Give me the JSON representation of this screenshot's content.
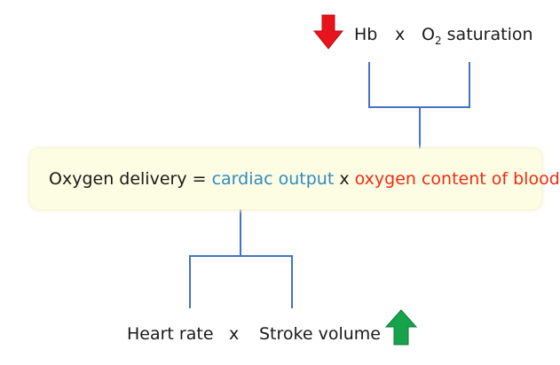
{
  "top": {
    "hb": "Hb",
    "times": "x",
    "o2_main": "O",
    "o2_sub": "2",
    "o2_rest": " saturation",
    "arrow_direction": "down",
    "arrow_color": "#e8141b"
  },
  "formula": {
    "lhs": "Oxygen delivery = ",
    "cardiac_output": "cardiac output",
    "times": " x ",
    "oxygen_content": "oxygen content of blood"
  },
  "bottom": {
    "heart_rate": "Heart rate",
    "times": "x",
    "stroke_volume": "Stroke volume",
    "arrow_direction": "up",
    "arrow_color": "#16a34a"
  },
  "colors": {
    "cardiac_output": "#2e8bc0",
    "oxygen_content": "#ee2b14",
    "connector": "#4472c4",
    "box_fill": "#fdfde4"
  }
}
